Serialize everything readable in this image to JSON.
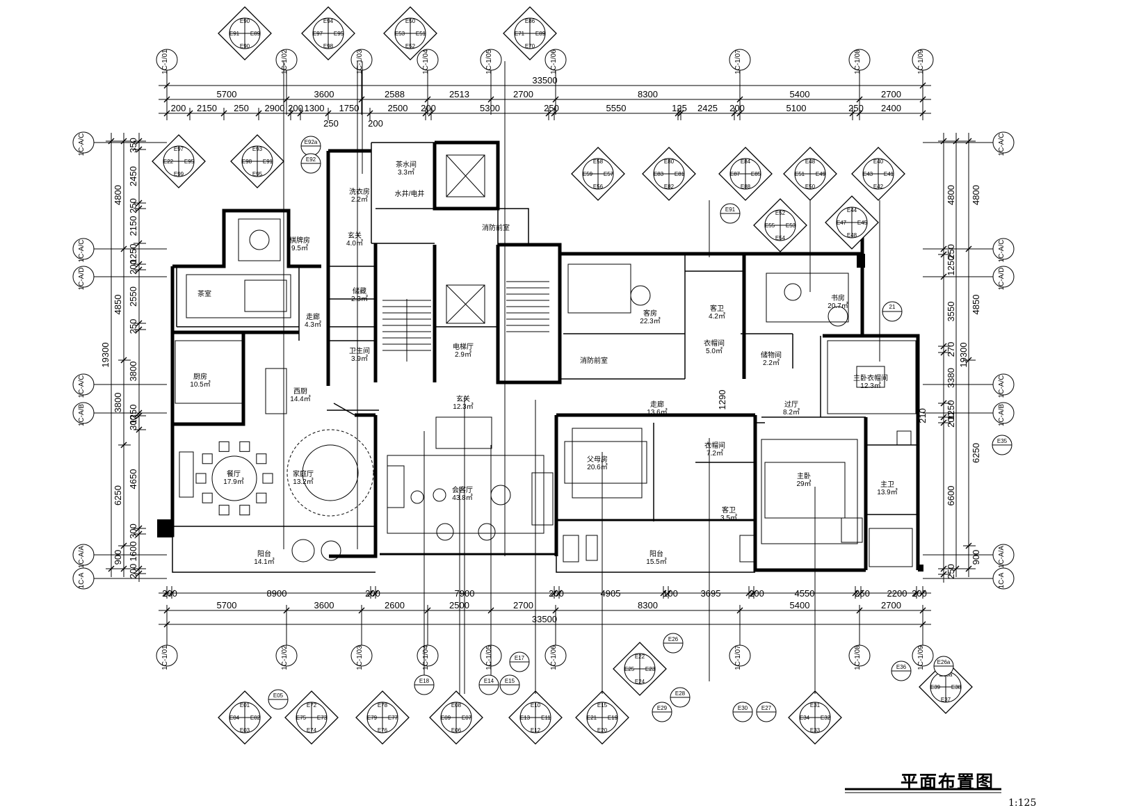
{
  "title": "平面布置图",
  "scale": "1:125",
  "dims": {
    "top_total": "33500",
    "top_row1": [
      "5700",
      "3600",
      "2588",
      "2513",
      "2700",
      "8300",
      "5400",
      "2700"
    ],
    "top_row2": [
      "200",
      "2150",
      "250",
      "2900",
      "200",
      "1300",
      "1750",
      "2500",
      "200",
      "5300",
      "250",
      "5550",
      "125",
      "2425",
      "200",
      "5100",
      "250",
      "2400"
    ],
    "top_row2_extra": [
      "250",
      "200"
    ],
    "bottom_row1": [
      "200",
      "8900",
      "200",
      "7900",
      "200",
      "4905",
      "100",
      "3695",
      "200",
      "4550",
      "250",
      "2200",
      "200"
    ],
    "bottom_row2": [
      "5700",
      "3600",
      "2600",
      "2500",
      "2700",
      "8300",
      "5400",
      "2700"
    ],
    "bottom_total": "33500",
    "left_total": "19300",
    "left_outer": [
      "4800",
      "4850",
      "3800",
      "6250",
      "900"
    ],
    "left_inner": [
      "350",
      "2450",
      "250",
      "2150",
      "1250",
      "200",
      "2550",
      "250",
      "3800",
      "1250",
      "300",
      "4650",
      "300",
      "1600",
      "200"
    ],
    "right_total": "19300",
    "right_outer": [
      "4800",
      "4850",
      "6250",
      "900"
    ],
    "right_inner": [
      "4800",
      "250",
      "1250",
      "3550",
      "270",
      "3380",
      "1250",
      "200",
      "6600",
      "250"
    ],
    "misc": [
      "1290",
      "210"
    ]
  },
  "grid_top": [
    "1C-1/01",
    "1C-1/02",
    "1C-1/03",
    "1C-1/04",
    "1C-1/05",
    "1C-1/06",
    "1C-1/07",
    "1C-1/08",
    "1C-1/09"
  ],
  "grid_bottom": [
    "1C-1/01",
    "1C-1/02",
    "1C-1/03",
    "1C-1/04",
    "1C-1/05",
    "1C-1/06",
    "1C-1/07",
    "1C-1/08",
    "1C-1/09"
  ],
  "grid_left": [
    "1C-A/C",
    "1C-A/C",
    "1C-A/D",
    "1C-A/C",
    "1C-A/B",
    "1C-A/A",
    "1C-A"
  ],
  "grid_right": [
    "1C-A/C",
    "1C-A/C",
    "1C-A/D",
    "1C-A/C",
    "1C-A/B",
    "1C-A/A",
    "1C-A"
  ],
  "rooms": [
    {
      "name": "茶水间",
      "area": "3.3㎡"
    },
    {
      "name": "水井/电井",
      "area": ""
    },
    {
      "name": "洗衣房",
      "area": "2.2㎡"
    },
    {
      "name": "棋牌房",
      "area": "9.5㎡"
    },
    {
      "name": "玄关",
      "area": "4.0㎡"
    },
    {
      "name": "消防前室",
      "area": ""
    },
    {
      "name": "书房",
      "area": "20.7㎡"
    },
    {
      "name": "客房",
      "area": "22.3㎡"
    },
    {
      "name": "客卫",
      "area": "4.2㎡"
    },
    {
      "name": "衣帽间",
      "area": "5.0㎡"
    },
    {
      "name": "储物间",
      "area": "2.2㎡"
    },
    {
      "name": "储藏",
      "area": "2.3㎡"
    },
    {
      "name": "走廊",
      "area": "4.3㎡"
    },
    {
      "name": "卫生间",
      "area": "3.9㎡"
    },
    {
      "name": "电梯厅",
      "area": "2.9㎡"
    },
    {
      "name": "厨房",
      "area": "10.5㎡"
    },
    {
      "name": "西厨",
      "area": "14.4㎡"
    },
    {
      "name": "玄关",
      "area": "12.3㎡"
    },
    {
      "name": "走廊",
      "area": "13.6㎡"
    },
    {
      "name": "过厅",
      "area": "8.2㎡"
    },
    {
      "name": "主卧衣帽间",
      "area": "12.3㎡"
    },
    {
      "name": "衣帽间",
      "area": "7.2㎡"
    },
    {
      "name": "餐厅",
      "area": "17.9㎡"
    },
    {
      "name": "家庭厅",
      "area": "13.2㎡"
    },
    {
      "name": "会客厅",
      "area": "43.8㎡"
    },
    {
      "name": "父母房",
      "area": "20.6㎡"
    },
    {
      "name": "客卫",
      "area": "3.5㎡"
    },
    {
      "name": "主卧",
      "area": "29㎡"
    },
    {
      "name": "主卫",
      "area": "13.9㎡"
    },
    {
      "name": "阳台",
      "area": "14.1㎡"
    },
    {
      "name": "阳台",
      "area": "15.5㎡"
    },
    {
      "name": "茶室",
      "area": "",
      "note": "upper-left room"
    },
    {
      "name": "消防前室",
      "area": ""
    }
  ],
  "elev_tags_top": [
    [
      "E90",
      "E91",
      "E89",
      "E90"
    ],
    [
      "E94",
      "E97",
      "E95",
      "E98"
    ],
    [
      "E50",
      "E53",
      "E51",
      "E52"
    ],
    [
      "E86",
      "E71",
      "E89",
      "E70"
    ],
    [
      "E97",
      "E22",
      "E95",
      "E99"
    ],
    [
      "E93",
      "E98",
      "E91",
      "E95"
    ],
    [
      "E58",
      "E59",
      "E57",
      "E56"
    ],
    [
      "E80",
      "E83",
      "E81",
      "E82"
    ],
    [
      "E84",
      "E87",
      "E85",
      "E88"
    ],
    [
      "E48",
      "E51",
      "E49",
      "E50"
    ],
    [
      "E40",
      "E43",
      "E41",
      "E42"
    ],
    [
      "E52",
      "E55",
      "E53",
      "E54"
    ],
    [
      "E44",
      "E47",
      "E45",
      "E48"
    ]
  ],
  "elev_tags_bottom": [
    [
      "E01",
      "E04",
      "E02",
      "E03"
    ],
    [
      "E72",
      "E75",
      "E73",
      "E74"
    ],
    [
      "E78",
      "E79",
      "E77",
      "E76"
    ],
    [
      "E08",
      "E09",
      "E07",
      "E06"
    ],
    [
      "E10",
      "E13",
      "E11",
      "E12"
    ],
    [
      "E15",
      "E21",
      "E19",
      "E20"
    ],
    [
      "E31",
      "E34",
      "E32",
      "E33"
    ],
    [
      "E22",
      "E25",
      "E23",
      "E24"
    ],
    [
      "E35a",
      "E39",
      "E38",
      "E37"
    ]
  ],
  "elev_singles": [
    "E92a",
    "E92",
    "E91",
    "E35",
    "E17",
    "E14",
    "E15",
    "E18",
    "E05",
    "E26",
    "E28",
    "E29",
    "E30",
    "E27",
    "E36",
    "E26a"
  ],
  "detail_callout": "21"
}
